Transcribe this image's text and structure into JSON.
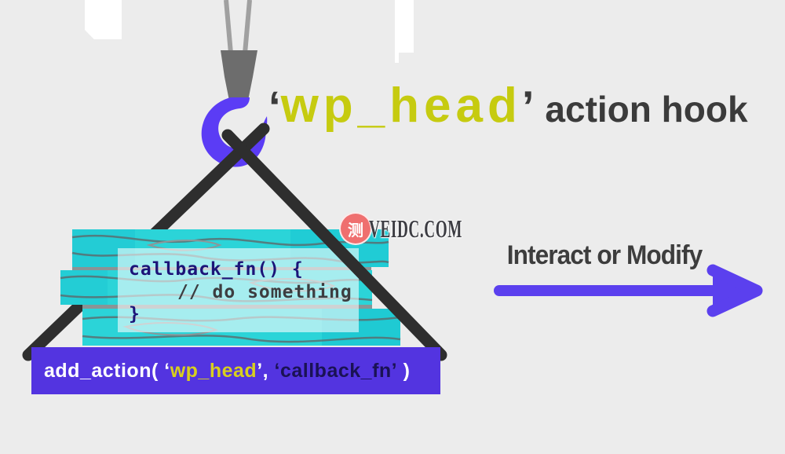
{
  "title": {
    "quote_open": "‘",
    "hook_name": "wp_head",
    "quote_close": "’",
    "suffix": "action hook"
  },
  "code_block": {
    "line1": "callback_fn() {",
    "line2": "// do something",
    "line3": "}"
  },
  "banner": {
    "part_call": "add_action( ",
    "part_q1": "‘",
    "part_arg1": "wp_head",
    "part_q2": "’, ",
    "part_q3": "‘",
    "part_arg2": "callback_fn",
    "part_q4": "’",
    "part_close": " )"
  },
  "arrow": {
    "label": "Interact or Modify"
  },
  "watermark": {
    "logo_char": "测",
    "site": "VEIDC.COM"
  },
  "colors": {
    "background": "#ececec",
    "title_yellow": "#c6cb10",
    "title_dark": "#3b3b3b",
    "banner_purple": "#5334e0",
    "banner_yellow": "#d8cf1e",
    "banner_navy": "#1a1254",
    "code_navy": "#1c1478",
    "code_gray": "#3d3d40",
    "plank_teal": "#2bd4d8",
    "plank_teal_dark": "#15c3d1",
    "hook_purple": "#5b3cf5",
    "arrow_purple": "#5b40ee",
    "strap_black": "#2e2e2e",
    "crane_gray": "#6d6d6d",
    "cable_gray": "#a0a0a0",
    "logo_red": "#ef6f6f"
  }
}
